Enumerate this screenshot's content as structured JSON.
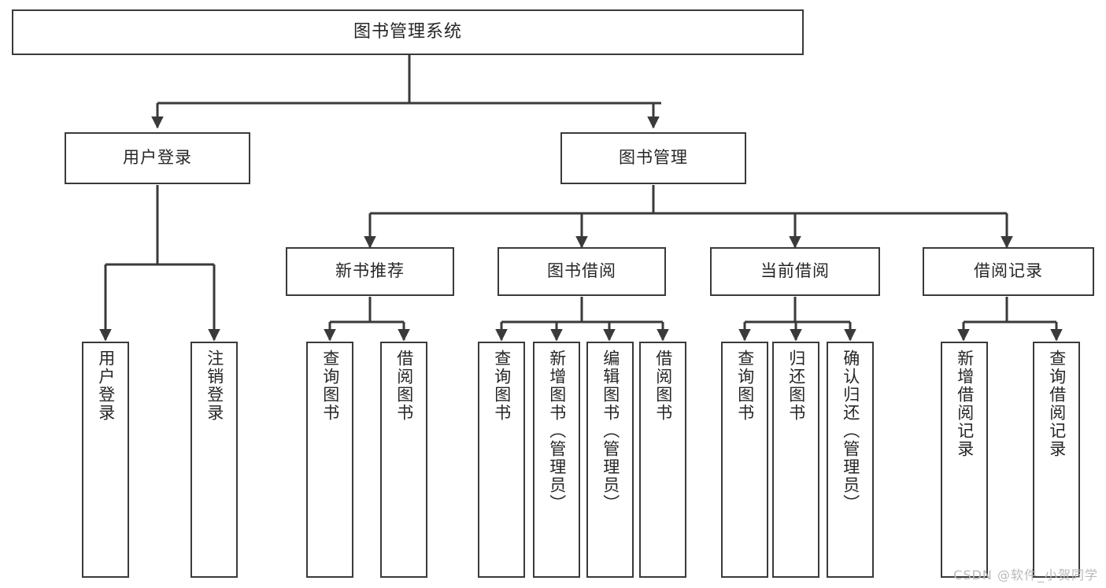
{
  "diagram": {
    "type": "tree",
    "title": "图书管理系统",
    "orientation": "top-down",
    "line_color": "#3a3a3a",
    "box_fill": "#ffffff",
    "text_color": "#262626",
    "root": {
      "id": "root",
      "label": "图书管理系统",
      "text_direction": "horizontal"
    },
    "level1": [
      {
        "id": "user-login",
        "label": "用户登录",
        "text_direction": "horizontal"
      },
      {
        "id": "book-manage",
        "label": "图书管理",
        "text_direction": "horizontal"
      }
    ],
    "level2": [
      {
        "id": "new-book-rec",
        "label": "新书推荐",
        "parent": "book-manage",
        "text_direction": "horizontal"
      },
      {
        "id": "book-borrow",
        "label": "图书借阅",
        "parent": "book-manage",
        "text_direction": "horizontal"
      },
      {
        "id": "current-borrow",
        "label": "当前借阅",
        "parent": "book-manage",
        "text_direction": "horizontal"
      },
      {
        "id": "borrow-record",
        "label": "借阅记录",
        "parent": "book-manage",
        "text_direction": "horizontal"
      }
    ],
    "leaves": [
      {
        "id": "leaf-user-login",
        "label": "用户登录",
        "parent": "user-login",
        "text_direction": "vertical"
      },
      {
        "id": "leaf-user-logout",
        "label": "注销登录",
        "parent": "user-login",
        "text_direction": "vertical"
      },
      {
        "id": "leaf-rec-query-book",
        "label": "查询图书",
        "parent": "new-book-rec",
        "text_direction": "vertical"
      },
      {
        "id": "leaf-rec-borrow-book",
        "label": "借阅图书",
        "parent": "new-book-rec",
        "text_direction": "vertical"
      },
      {
        "id": "leaf-bb-query-book",
        "label": "查询图书",
        "parent": "book-borrow",
        "text_direction": "vertical"
      },
      {
        "id": "leaf-bb-add-book",
        "label": "新增图书（管理员）",
        "parent": "book-borrow",
        "text_direction": "vertical"
      },
      {
        "id": "leaf-bb-edit-book",
        "label": "编辑图书（管理员）",
        "parent": "book-borrow",
        "text_direction": "vertical"
      },
      {
        "id": "leaf-bb-borrow-book",
        "label": "借阅图书",
        "parent": "book-borrow",
        "text_direction": "vertical"
      },
      {
        "id": "leaf-cb-query-book",
        "label": "查询图书",
        "parent": "current-borrow",
        "text_direction": "vertical"
      },
      {
        "id": "leaf-cb-return-book",
        "label": "归还图书",
        "parent": "current-borrow",
        "text_direction": "vertical"
      },
      {
        "id": "leaf-cb-confirm-return",
        "label": "确认归还（管理员）",
        "parent": "current-borrow",
        "text_direction": "vertical"
      },
      {
        "id": "leaf-br-add-record",
        "label": "新增借阅记录",
        "parent": "borrow-record",
        "text_direction": "vertical"
      },
      {
        "id": "leaf-br-query-record",
        "label": "查询借阅记录",
        "parent": "borrow-record",
        "text_direction": "vertical"
      }
    ]
  },
  "watermark": {
    "text": "CSDN @软件_小贺同学"
  }
}
